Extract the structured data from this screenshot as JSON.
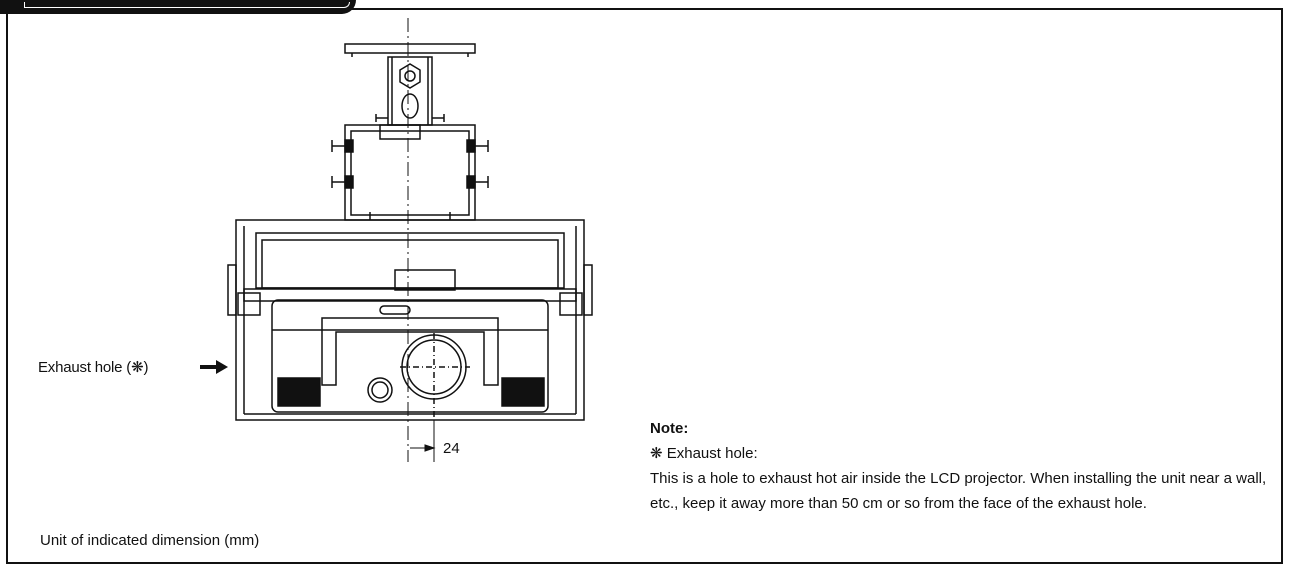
{
  "drawing": {
    "exhaust_label": "Exhaust hole (❋)",
    "dimension_label": "24",
    "unit_label": "Unit of indicated dimension (mm)"
  },
  "note": {
    "title": "Note:",
    "exhaust_heading": "❋ Exhaust hole:",
    "body": "This is a hole to exhaust hot air inside the LCD projector. When installing the unit near a wall, etc., keep it away more than 50 cm or so from the face of the exhaust hole."
  }
}
